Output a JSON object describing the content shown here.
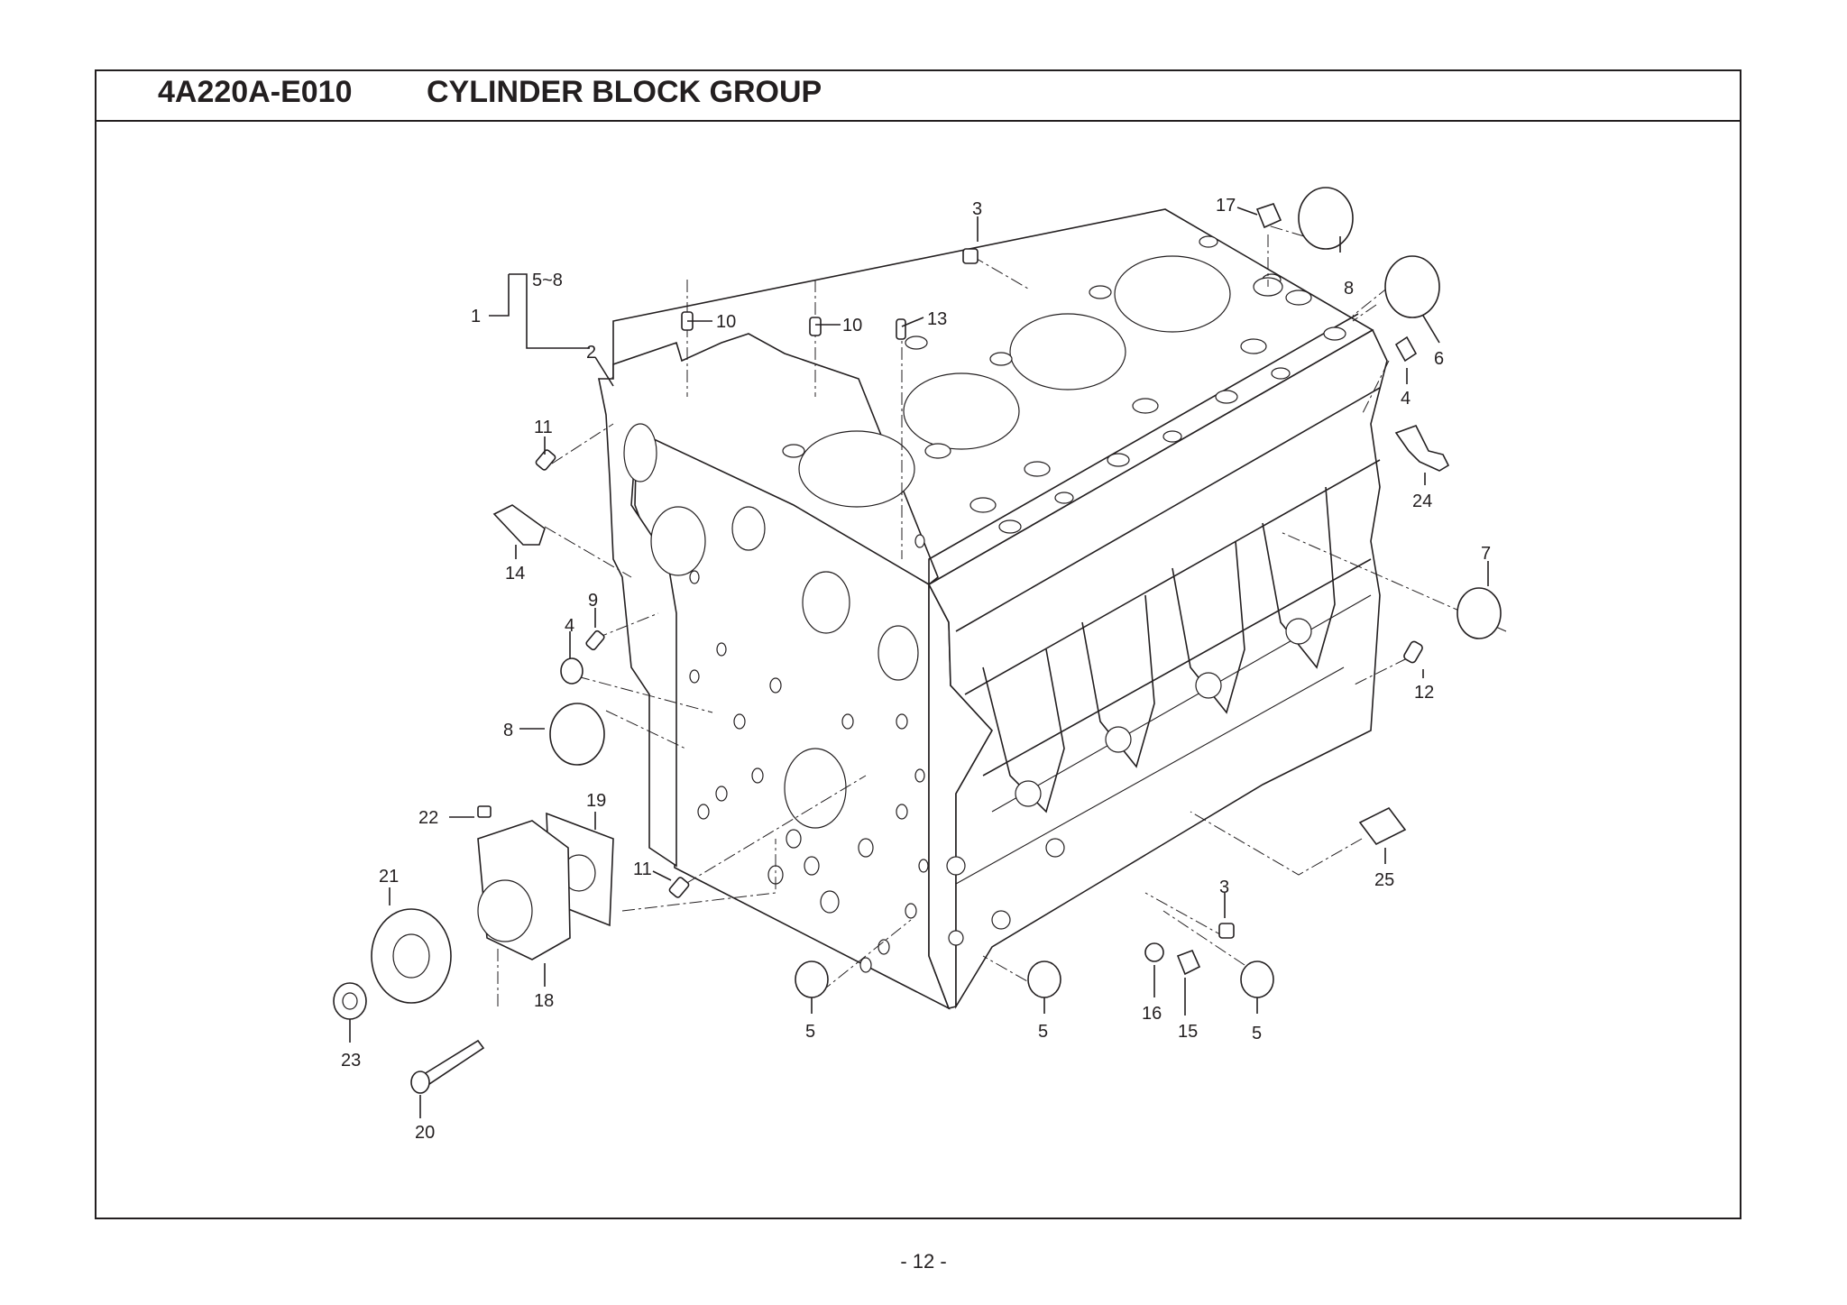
{
  "header": {
    "part_code": "4A220A-E010",
    "title": "CYLINDER BLOCK GROUP"
  },
  "callouts": [
    {
      "id": "c1",
      "text": "1"
    },
    {
      "id": "c5-8",
      "text": "5~8"
    },
    {
      "id": "c2",
      "text": "2"
    },
    {
      "id": "c3a",
      "text": "3"
    },
    {
      "id": "c3b",
      "text": "3"
    },
    {
      "id": "c4a",
      "text": "4"
    },
    {
      "id": "c4b",
      "text": "4"
    },
    {
      "id": "c5a",
      "text": "5"
    },
    {
      "id": "c5b",
      "text": "5"
    },
    {
      "id": "c5c",
      "text": "5"
    },
    {
      "id": "c6",
      "text": "6"
    },
    {
      "id": "c7",
      "text": "7"
    },
    {
      "id": "c8a",
      "text": "8"
    },
    {
      "id": "c8b",
      "text": "8"
    },
    {
      "id": "c9",
      "text": "9"
    },
    {
      "id": "c10a",
      "text": "10"
    },
    {
      "id": "c10b",
      "text": "10"
    },
    {
      "id": "c11a",
      "text": "11"
    },
    {
      "id": "c11b",
      "text": "11"
    },
    {
      "id": "c12",
      "text": "12"
    },
    {
      "id": "c13",
      "text": "13"
    },
    {
      "id": "c14",
      "text": "14"
    },
    {
      "id": "c15",
      "text": "15"
    },
    {
      "id": "c16",
      "text": "16"
    },
    {
      "id": "c17",
      "text": "17"
    },
    {
      "id": "c18",
      "text": "18"
    },
    {
      "id": "c19",
      "text": "19"
    },
    {
      "id": "c20",
      "text": "20"
    },
    {
      "id": "c21",
      "text": "21"
    },
    {
      "id": "c22",
      "text": "22"
    },
    {
      "id": "c23",
      "text": "23"
    },
    {
      "id": "c24",
      "text": "24"
    },
    {
      "id": "c25",
      "text": "25"
    }
  ],
  "footer": {
    "page_number": "-  12  -"
  }
}
